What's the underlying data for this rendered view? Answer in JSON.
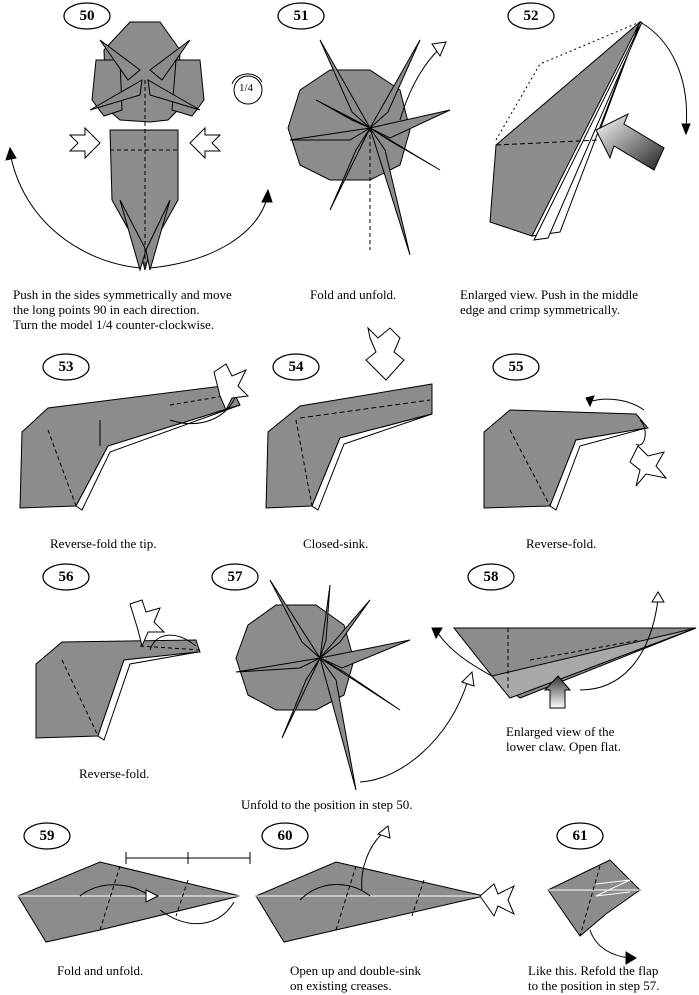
{
  "steps": [
    {
      "n": "50",
      "caption": [
        "Push in the sides symmetrically and move",
        "the long points 90  in each direction.",
        "Turn the model 1/4 counter-clockwise."
      ]
    },
    {
      "n": "51",
      "caption": [
        "Fold and unfold."
      ]
    },
    {
      "n": "52",
      "caption": [
        "Enlarged view. Push in the middle",
        "edge and crimp symmetrically."
      ]
    },
    {
      "n": "53",
      "caption": [
        "Reverse-fold the tip."
      ]
    },
    {
      "n": "54",
      "caption": [
        "Closed-sink."
      ]
    },
    {
      "n": "55",
      "caption": [
        "Reverse-fold."
      ]
    },
    {
      "n": "56",
      "caption": [
        "Reverse-fold."
      ]
    },
    {
      "n": "57",
      "caption": [
        "Unfold to the position in step 50."
      ]
    },
    {
      "n": "58",
      "caption": [
        "Enlarged view of the",
        "lower claw. Open flat."
      ]
    },
    {
      "n": "59",
      "caption": [
        "Fold and unfold."
      ]
    },
    {
      "n": "60",
      "caption": [
        "Open up and double-sink",
        "on existing creases."
      ]
    },
    {
      "n": "61",
      "caption": [
        "Like this. Refold the flap",
        "to the position in step 57."
      ]
    }
  ],
  "rotation_label": "1/4",
  "colors": {
    "paper": "#8c8c8c",
    "paper_light": "#a8a8a8",
    "line": "#000000",
    "background": "#ffffff"
  }
}
